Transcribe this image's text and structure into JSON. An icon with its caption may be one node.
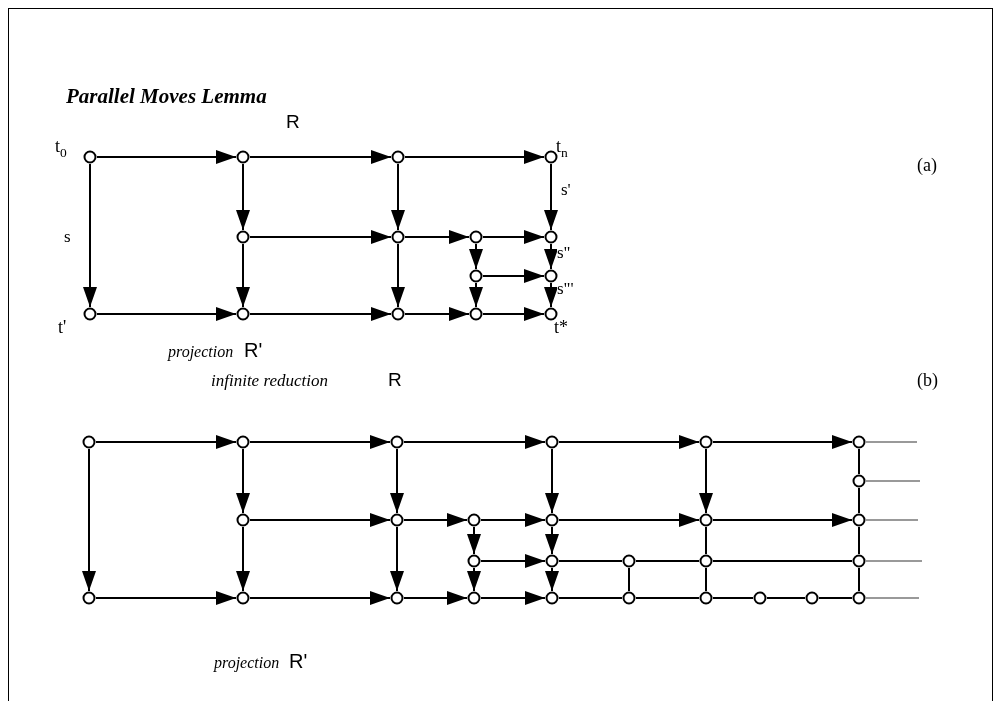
{
  "diagram": {
    "title": "Parallel Moves Lemma",
    "nodes": [
      {
        "text": [],
        "shape": "circle",
        "beside": [
          "t$_{0}$"
        ]
      },
      {
        "text": [],
        "shape": "circle"
      },
      {
        "text": [],
        "shape": "circle"
      },
      {
        "text": [],
        "shape": "circle",
        "beside": [
          "t$_{n}$"
        ]
      },
      {
        "text": [],
        "shape": "circle"
      },
      {
        "text": [],
        "shape": "circle"
      },
      {
        "text": [],
        "shape": "circle"
      },
      {
        "text": [],
        "shape": "circle"
      },
      {
        "text": [],
        "shape": "circle"
      },
      {
        "text": [],
        "shape": "circle"
      },
      {
        "text": [],
        "shape": "circle",
        "beside": [
          "t'"
        ]
      },
      {
        "text": [],
        "shape": "circle"
      },
      {
        "text": [],
        "shape": "circle"
      },
      {
        "text": [],
        "shape": "circle"
      },
      {
        "text": [],
        "shape": "circle",
        "beside": [
          "t*"
        ]
      },
      {
        "text": [],
        "shape": "circle"
      },
      {
        "text": [],
        "shape": "circle"
      },
      {
        "text": [],
        "shape": "circle"
      },
      {
        "text": [],
        "shape": "circle"
      },
      {
        "text": [],
        "shape": "circle"
      },
      {
        "text": [],
        "shape": "circle"
      },
      {
        "text": [],
        "shape": "circle"
      },
      {
        "text": [],
        "shape": "circle"
      },
      {
        "text": [],
        "shape": "circle"
      },
      {
        "text": [],
        "shape": "circle"
      },
      {
        "text": [],
        "shape": "circle"
      },
      {
        "text": [],
        "shape": "circle"
      },
      {
        "text": [],
        "shape": "circle"
      },
      {
        "text": [],
        "shape": "circle"
      },
      {
        "text": [],
        "shape": "circle"
      },
      {
        "text": [],
        "shape": "circle"
      },
      {
        "text": [],
        "shape": "circle"
      },
      {
        "text": [],
        "shape": "circle"
      },
      {
        "text": [],
        "shape": "circle"
      },
      {
        "text": [],
        "shape": "circle"
      },
      {
        "text": [],
        "shape": "circle"
      },
      {
        "text": [],
        "shape": "circle"
      },
      {
        "text": [],
        "shape": "circle"
      },
      {
        "text": [],
        "shape": "circle"
      },
      {
        "text": [],
        "shape": "circle"
      },
      {
        "text": [],
        "shape": "circle"
      },
      {
        "text": [],
        "shape": "circle"
      },
      {
        "text": [],
        "shape": "circle"
      }
    ],
    "edges": [
      {
        "from": 0,
        "to": 1,
        "arrow": "to"
      },
      {
        "from": 1,
        "to": 2,
        "arrow": "to"
      },
      {
        "from": 2,
        "to": 3,
        "arrow": "to"
      },
      {
        "from": 0,
        "to": 10,
        "arrow": "to",
        "label": "s"
      },
      {
        "from": 1,
        "to": 4,
        "arrow": "to"
      },
      {
        "from": 4,
        "to": 11,
        "arrow": "to"
      },
      {
        "from": 2,
        "to": 5,
        "arrow": "to"
      },
      {
        "from": 5,
        "to": 12,
        "arrow": "to"
      },
      {
        "from": 3,
        "to": 7,
        "arrow": "to",
        "label": "s'"
      },
      {
        "from": 7,
        "to": 9,
        "arrow": "to",
        "label": "s\""
      },
      {
        "from": 9,
        "to": 14,
        "arrow": "to",
        "label": "s\"'"
      },
      {
        "from": 4,
        "to": 5,
        "arrow": "to"
      },
      {
        "from": 5,
        "to": 6,
        "arrow": "to"
      },
      {
        "from": 6,
        "to": 7,
        "arrow": "to"
      },
      {
        "from": 6,
        "to": 8,
        "arrow": "to"
      },
      {
        "from": 8,
        "to": 13,
        "arrow": "to"
      },
      {
        "from": 8,
        "to": 9,
        "arrow": "to"
      },
      {
        "from": 10,
        "to": 11,
        "arrow": "to"
      },
      {
        "from": 11,
        "to": 12,
        "arrow": "to"
      },
      {
        "from": 12,
        "to": 13,
        "arrow": "to"
      },
      {
        "from": 13,
        "to": 14,
        "arrow": "to"
      },
      {
        "from": 15,
        "to": 16,
        "arrow": "to"
      },
      {
        "from": 16,
        "to": 17,
        "arrow": "to"
      },
      {
        "from": 17,
        "to": 18,
        "arrow": "to"
      },
      {
        "from": 18,
        "to": 19,
        "arrow": "to"
      },
      {
        "from": 19,
        "to": 20,
        "arrow": "to"
      },
      {
        "from": 15,
        "to": 33,
        "arrow": "to"
      },
      {
        "from": 16,
        "to": 22,
        "arrow": "to"
      },
      {
        "from": 22,
        "to": 34,
        "arrow": "to"
      },
      {
        "from": 17,
        "to": 23,
        "arrow": "to"
      },
      {
        "from": 23,
        "to": 35,
        "arrow": "to"
      },
      {
        "from": 18,
        "to": 25,
        "arrow": "to"
      },
      {
        "from": 19,
        "to": 26,
        "arrow": "to"
      },
      {
        "from": 22,
        "to": 23,
        "arrow": "to"
      },
      {
        "from": 23,
        "to": 24,
        "arrow": "to"
      },
      {
        "from": 24,
        "to": 25,
        "arrow": "to"
      },
      {
        "from": 25,
        "to": 26,
        "arrow": "to"
      },
      {
        "from": 26,
        "to": 27,
        "arrow": "to"
      },
      {
        "from": 24,
        "to": 28,
        "arrow": "to"
      },
      {
        "from": 28,
        "to": 36,
        "arrow": "to"
      },
      {
        "from": 25,
        "to": 29,
        "arrow": "to"
      },
      {
        "from": 29,
        "to": 37,
        "arrow": "to"
      },
      {
        "from": 28,
        "to": 29,
        "arrow": "to"
      },
      {
        "from": 29,
        "to": 30,
        "arrow": "none"
      },
      {
        "from": 30,
        "to": 31,
        "arrow": "none"
      },
      {
        "from": 31,
        "to": 32,
        "arrow": "none"
      },
      {
        "from": 30,
        "to": 38,
        "arrow": "none"
      },
      {
        "from": 26,
        "to": 31,
        "arrow": "none"
      },
      {
        "from": 31,
        "to": 39,
        "arrow": "none"
      },
      {
        "from": 20,
        "to": 21,
        "arrow": "none"
      },
      {
        "from": 21,
        "to": 27,
        "arrow": "none"
      },
      {
        "from": 27,
        "to": 32,
        "arrow": "none"
      },
      {
        "from": 32,
        "to": 42,
        "arrow": "none"
      },
      {
        "from": 33,
        "to": 34,
        "arrow": "to"
      },
      {
        "from": 34,
        "to": 35,
        "arrow": "to"
      },
      {
        "from": 35,
        "to": 36,
        "arrow": "to"
      },
      {
        "from": 36,
        "to": 37,
        "arrow": "to"
      },
      {
        "from": 37,
        "to": 38,
        "arrow": "none"
      },
      {
        "from": 38,
        "to": 39,
        "arrow": "none"
      },
      {
        "from": 39,
        "to": 40,
        "arrow": "none"
      },
      {
        "from": 40,
        "to": 41,
        "arrow": "none"
      },
      {
        "from": 41,
        "to": 42,
        "arrow": "none"
      },
      {
        "from": 20,
        "to": null,
        "arrow": "none",
        "color": "#999999"
      },
      {
        "from": 21,
        "to": null,
        "arrow": "none",
        "color": "#999999"
      },
      {
        "from": 27,
        "to": null,
        "arrow": "none",
        "color": "#999999"
      },
      {
        "from": 32,
        "to": null,
        "arrow": "none",
        "color": "#999999"
      },
      {
        "from": 42,
        "to": null,
        "arrow": "none",
        "color": "#999999"
      }
    ],
    "labels": [
      "(a)",
      "R",
      "projection",
      "R'",
      "infinite reduction",
      "R",
      "(b)",
      "projection",
      "R'"
    ]
  }
}
